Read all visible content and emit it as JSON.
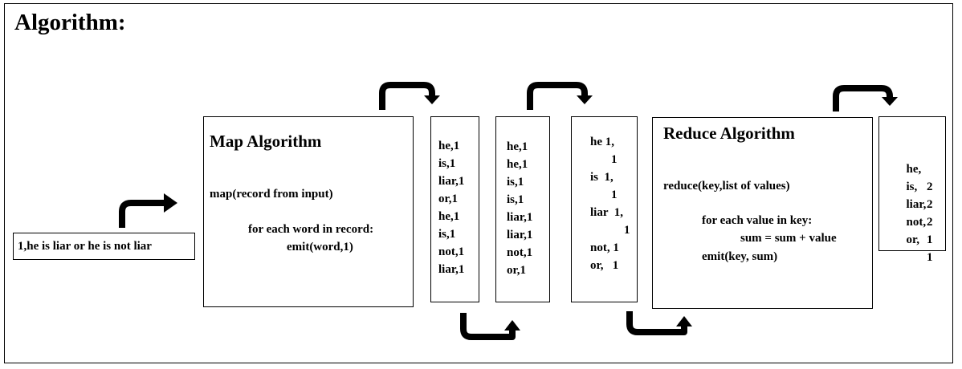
{
  "title": "Algorithm:",
  "input_record": "1,he is liar or he is not liar",
  "map_box": {
    "heading": "Map Algorithm",
    "lines": [
      "map(record from input)",
      "for each word in record:",
      "emit(word,1)"
    ]
  },
  "map_output": [
    "he,1",
    "is,1",
    "liar,1",
    "or,1",
    "he,1",
    "is,1",
    "not,1",
    "liar,1"
  ],
  "sorted_output": [
    "he,1",
    "he,1",
    "is,1",
    "is,1",
    "liar,1",
    "liar,1",
    "not,1",
    "or,1"
  ],
  "grouped_output": [
    "he 1,",
    "1",
    "is  1,",
    "1",
    "liar  1,",
    "1",
    "not, 1",
    "or,   1"
  ],
  "reduce_box": {
    "heading": "Reduce Algorithm",
    "lines": [
      "reduce(key,list of values)",
      "for each value in key:",
      "sum = sum + value",
      "emit(key, sum)"
    ]
  },
  "final_output": [
    {
      "key": "he,",
      "count": "2"
    },
    {
      "key": "is,",
      "count": "2"
    },
    {
      "key": "liar,",
      "count": "2"
    },
    {
      "key": "not,",
      "count": "1"
    },
    {
      "key": "or,",
      "count": "1"
    }
  ]
}
